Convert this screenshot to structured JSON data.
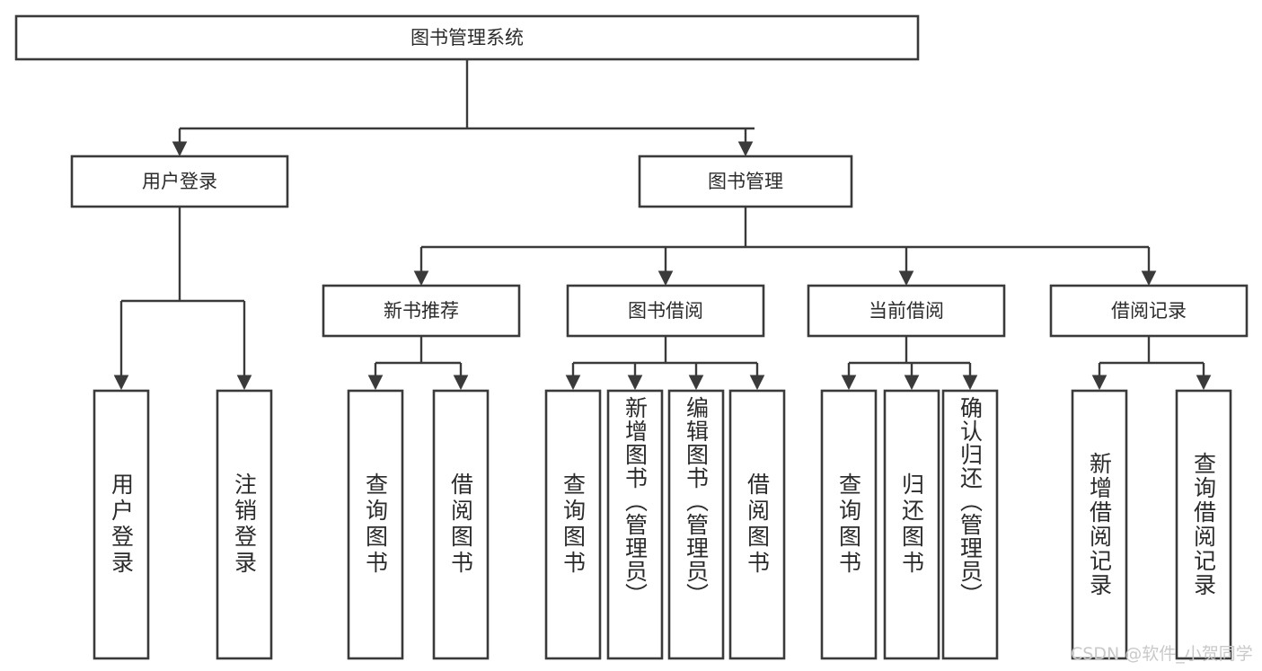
{
  "diagram": {
    "title_node": {
      "id": "root",
      "label": "图书管理系统"
    },
    "level2": [
      {
        "id": "user-login",
        "label": "用户登录"
      },
      {
        "id": "book-manage",
        "label": "图书管理"
      }
    ],
    "level3": [
      {
        "id": "new-book-recommend",
        "label": "新书推荐"
      },
      {
        "id": "book-borrow",
        "label": "图书借阅"
      },
      {
        "id": "current-borrow",
        "label": "当前借阅"
      },
      {
        "id": "borrow-record",
        "label": "借阅记录"
      }
    ],
    "leaves": [
      {
        "id": "leaf-user-login",
        "label": "用户登录",
        "parent": "user-login"
      },
      {
        "id": "leaf-logout",
        "label": "注销登录",
        "parent": "user-login"
      },
      {
        "id": "leaf-query-book-1",
        "label": "查询图书",
        "parent": "new-book-recommend"
      },
      {
        "id": "leaf-borrow-book-1",
        "label": "借阅图书",
        "parent": "new-book-recommend"
      },
      {
        "id": "leaf-query-book-2",
        "label": "查询图书",
        "parent": "book-borrow"
      },
      {
        "id": "leaf-add-book",
        "label": "新增图书（管理员）",
        "parent": "book-borrow"
      },
      {
        "id": "leaf-edit-book",
        "label": "编辑图书（管理员）",
        "parent": "book-borrow"
      },
      {
        "id": "leaf-borrow-book-2",
        "label": "借阅图书",
        "parent": "book-borrow"
      },
      {
        "id": "leaf-query-book-3",
        "label": "查询图书",
        "parent": "current-borrow"
      },
      {
        "id": "leaf-return-book",
        "label": "归还图书",
        "parent": "current-borrow"
      },
      {
        "id": "leaf-confirm-return",
        "label": "确认归还（管理员）",
        "parent": "current-borrow"
      },
      {
        "id": "leaf-add-record",
        "label": "新增借阅记录",
        "parent": "borrow-record"
      },
      {
        "id": "leaf-query-record",
        "label": "查询借阅记录",
        "parent": "borrow-record"
      }
    ],
    "colors": {
      "stroke": "#3a3a3a",
      "node_fill": "#ffffff",
      "text": "#2b2b2b",
      "background": "#ffffff",
      "watermark": "#c9c9c9"
    }
  },
  "watermark": {
    "text": "CSDN @软件_小贺同学"
  }
}
